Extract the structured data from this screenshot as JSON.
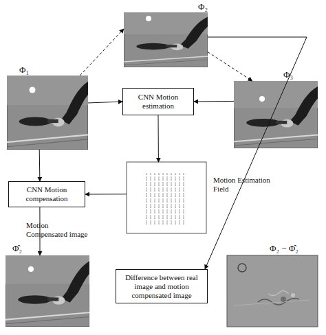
{
  "diagram": {
    "nodes": [
      {
        "text": [
          "Φ₂"
        ]
      },
      {
        "text": [
          "Φ₁"
        ]
      },
      {
        "text": [
          "Φ₃"
        ]
      },
      {
        "text": [
          "CNN Motion estimation"
        ]
      },
      {
        "text": [
          "Motion Estimation Field"
        ]
      },
      {
        "text": [
          "CNN Motion compensation"
        ]
      },
      {
        "text": [
          "Φ̂₂"
        ]
      },
      {
        "text": [
          "Difference between real image and motion compensated image"
        ]
      },
      {
        "text": [
          "Φ₂ − Φ̂₂"
        ]
      }
    ],
    "edges": [
      {
        "from": 1,
        "to": 0,
        "arrow": "to"
      },
      {
        "from": 0,
        "to": 2,
        "arrow": "to"
      },
      {
        "from": 1,
        "to": 3,
        "arrow": "to"
      },
      {
        "from": 2,
        "to": 3,
        "arrow": "to"
      },
      {
        "from": 3,
        "to": 4,
        "arrow": "to"
      },
      {
        "from": 4,
        "to": 5,
        "arrow": "to"
      },
      {
        "from": 1,
        "to": 5,
        "arrow": "to"
      },
      {
        "from": 5,
        "to": 6,
        "label": "Motion Compensated image",
        "arrow": "to"
      },
      {
        "from": 0,
        "to": 7,
        "arrow": "to"
      }
    ]
  }
}
